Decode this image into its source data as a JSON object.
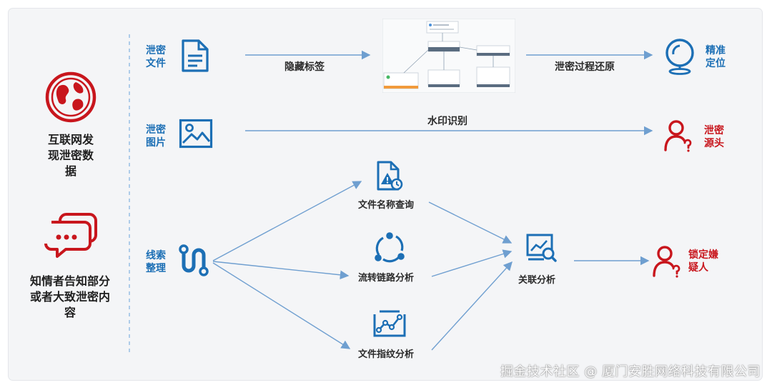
{
  "left": {
    "internet_found": "互联网发\n现泄密数\n据",
    "insider_told": "知情者告知部分\n或者大致泄密内\n容"
  },
  "inputs": {
    "leak_file": "泄密\n文件",
    "leak_image": "泄密\n图片",
    "clue_sort": "线索\n整理"
  },
  "edges": {
    "hidden_tag": "隐藏标签",
    "restore_process": "泄密过程还原",
    "watermark_id": "水印识别"
  },
  "analysis": {
    "filename_query": "文件名称查询",
    "flow_chain": "流转链路分析",
    "fingerprint": "文件指纹分析",
    "correlation": "关联分析"
  },
  "outputs": {
    "precise_locate": "精准\n定位",
    "leak_source": "泄密\n源头",
    "lock_suspect": "锁定嫌\n疑人"
  },
  "watermark": "掘金技术社区 @ 厦门安胜网络科技有限公司",
  "colors": {
    "blue": "#1c6fb5",
    "red": "#c8161d",
    "arrow": "#6f9fd0"
  },
  "icons": {
    "globe": "globe-icon",
    "chat": "chat-bubbles-icon",
    "document": "document-icon",
    "image": "image-icon",
    "route": "route-icon",
    "file_warning": "file-warning-icon",
    "cycle": "cycle-icon",
    "fingerprint_chart": "trend-chart-icon",
    "analysis_monitor": "monitor-search-icon",
    "location": "location-pin-icon",
    "person_question": "person-question-icon"
  }
}
